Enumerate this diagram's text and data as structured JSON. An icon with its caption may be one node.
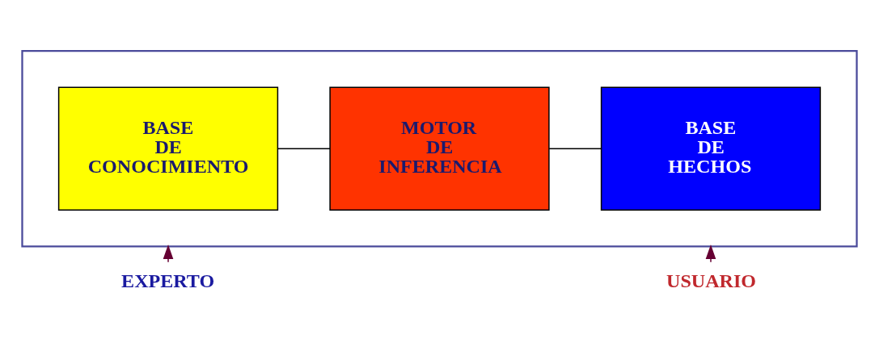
{
  "diagram": {
    "nodes": [
      {
        "text": [],
        "shape": "box"
      },
      {
        "text": [
          "BASE DE CONOCIMIENTO"
        ],
        "in": 0
      },
      {
        "text": [
          "MOTOR DE INFERENCIA"
        ],
        "in": 0
      },
      {
        "text": [
          "BASE DE HECHOS"
        ],
        "in": 0
      },
      {
        "text": [
          "EXPERTO"
        ]
      },
      {
        "text": [
          "USUARIO"
        ]
      }
    ],
    "edges": [
      {
        "from": 1,
        "to": 2,
        "arrow": "none"
      },
      {
        "from": 2,
        "to": 3,
        "arrow": "none"
      },
      {
        "from": 4,
        "to": 0,
        "arrow": "to",
        "color": "#660033"
      },
      {
        "from": 5,
        "to": 0,
        "arrow": "to",
        "color": "#660033"
      }
    ]
  }
}
